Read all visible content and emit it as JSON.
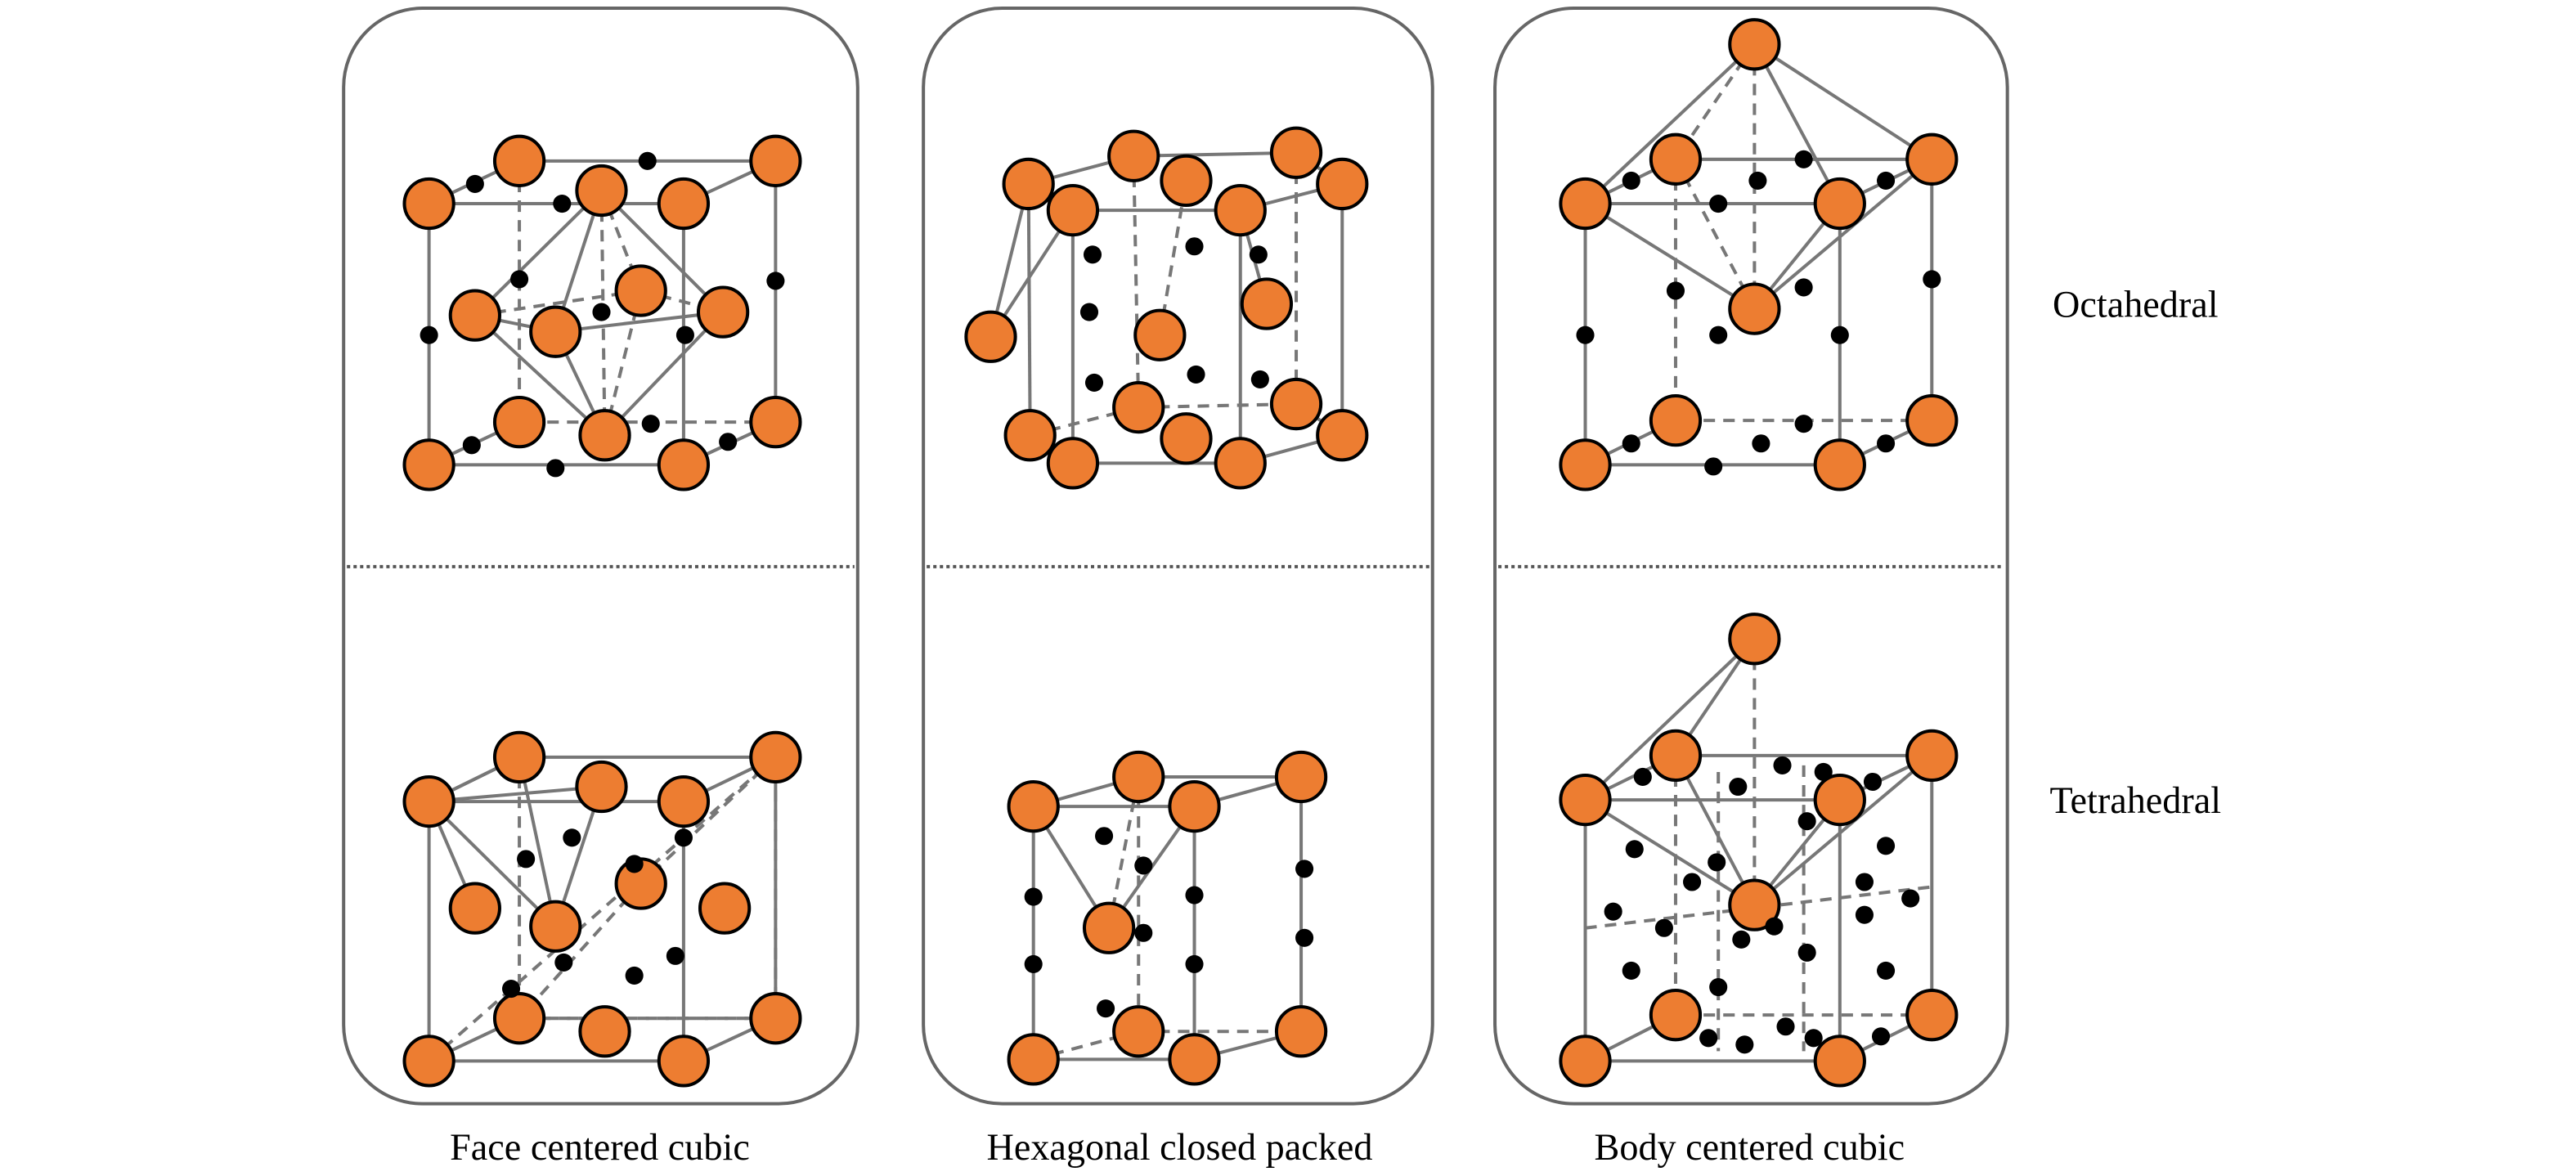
{
  "columns": [
    {
      "label": "Face centered cubic"
    },
    {
      "label": "Hexagonal closed packed"
    },
    {
      "label": "Body centered cubic"
    }
  ],
  "rows": [
    {
      "label": "Octahedral"
    },
    {
      "label": "Tetrahedral"
    }
  ],
  "colors": {
    "atom": "#ED7D31",
    "site": "#000000",
    "edge": "#777777"
  }
}
